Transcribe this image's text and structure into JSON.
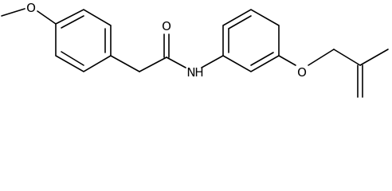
{
  "diagram": {
    "atoms": {
      "o_methoxy": "O",
      "o_carbonyl": "O",
      "nh": "N",
      "nh_h": "H",
      "o_ether": "O"
    },
    "colors": {
      "bond": "#000000",
      "label": "#000000",
      "background": "#ffffff"
    }
  }
}
